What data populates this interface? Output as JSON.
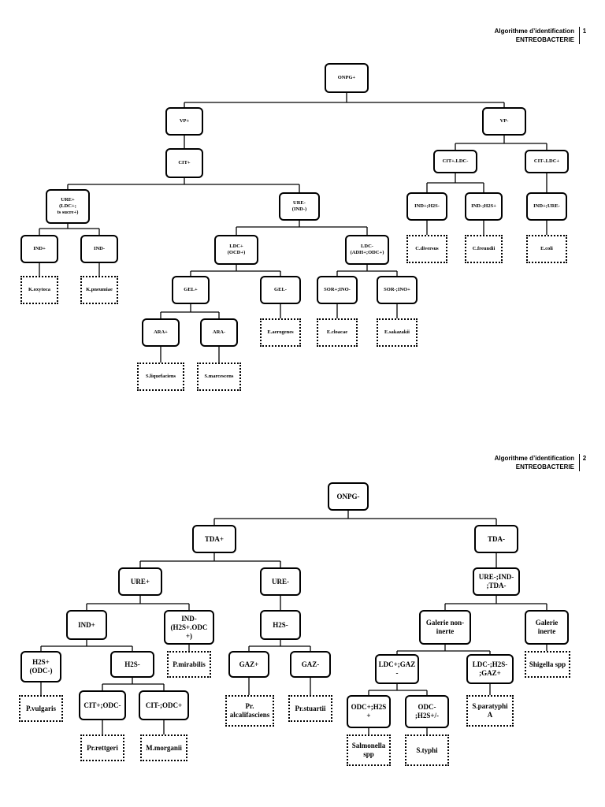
{
  "diagram1": {
    "header": {
      "title": "Algorithme d’identification",
      "subtitle": "ENTREOBACTERIE",
      "page": "1"
    },
    "nodes": {
      "onpg_pos": "ONPG+",
      "vp_pos": "VP+",
      "vp_neg": "VP-",
      "cit_pos": "CIT+",
      "cit_pos_ldc_neg": "CIT+.LDC-",
      "cit_neg_ldc_pos": "CIT-.LDC+",
      "ure_pos": "URE+\n(LDC+;\nts sucre+)",
      "ure_neg": "URE-\n(IND-)",
      "ind_pos_h2s_neg": "IND+;H2S-",
      "ind_neg_h2s_pos": "IND-;H2S+",
      "ind_pos_ure_neg": "IND+;URE-",
      "ind_pos": "IND+",
      "ind_neg": "IND-",
      "ldc_pos": "LDC+\n(OCD+)",
      "ldc_neg": "LDC-\n(ADH+;ODC+)",
      "c_diversus": "C.diversus",
      "c_freundii": "C.freundii",
      "e_coli": "E.coli",
      "k_oxytoca": "K.oxytoca",
      "k_pneumiae": "K.pneumiae",
      "gel_pos": "GEL+",
      "gel_neg": "GEL-",
      "sor_pos_ino_neg": "SOR+;INO-",
      "sor_neg_ino_pos": "SOR-;INO+",
      "ara_pos": "ARA+",
      "ara_neg": "ARA-",
      "e_aerogenes": "E.aerogenes",
      "e_cloacae": "E.cloacae",
      "e_sakazakii": "E.sakazakii",
      "s_liquefaciens": "S.liquefaciens",
      "s_marcescens": "S.marcescens"
    }
  },
  "diagram2": {
    "header": {
      "title": "Algorithme d’identification",
      "subtitle": "ENTREOBACTERIE",
      "page": "2"
    },
    "nodes": {
      "onpg_neg": "ONPG-",
      "tda_pos": "TDA+",
      "tda_neg": "TDA-",
      "ure_pos": "URE+",
      "ure_neg": "URE-",
      "ure_ind_tda_neg": "URE-;IND-\n;TDA-",
      "ind_pos": "IND+",
      "ind_neg_h2s": "IND-\n(H2S+.ODC\n+)",
      "h2s_neg_mid": "H2S-",
      "galerie_non_inerte": "Galerie non-\ninerte",
      "galerie_inerte": "Galerie\ninerte",
      "h2s_pos_odc": "H2S+\n(ODC-)",
      "h2s_neg": "H2S-",
      "p_mirabilis": "P.mirabilis",
      "gaz_pos": "GAZ+",
      "gaz_neg": "GAZ-",
      "ldc_pos_gaz_neg": "LDC+;GAZ\n-",
      "ldc_h2s_gaz": "LDC-;H2S-\n;GAZ+",
      "shigella": "Shigella spp",
      "p_vulgaris": "P.vulgaris",
      "cit_pos_odc_neg": "CIT+;ODC-",
      "cit_neg_odc_pos": "CIT-;ODC+",
      "pr_alcalifasciens": "Pr.\nalcalifasciens",
      "pr_stuartii": "Pr.stuartii",
      "odc_pos_h2s_pos": "ODC+;H2S\n+",
      "odc_neg_h2s": "ODC-\n;H2S+/-",
      "s_paratyphi": "S.paratyphi\nA",
      "pr_rettgeri": "Pr.rettgeri",
      "m_morganii": "M.morganii",
      "salmonella": "Salmonella\nspp",
      "s_typhi": "S.typhi"
    }
  }
}
